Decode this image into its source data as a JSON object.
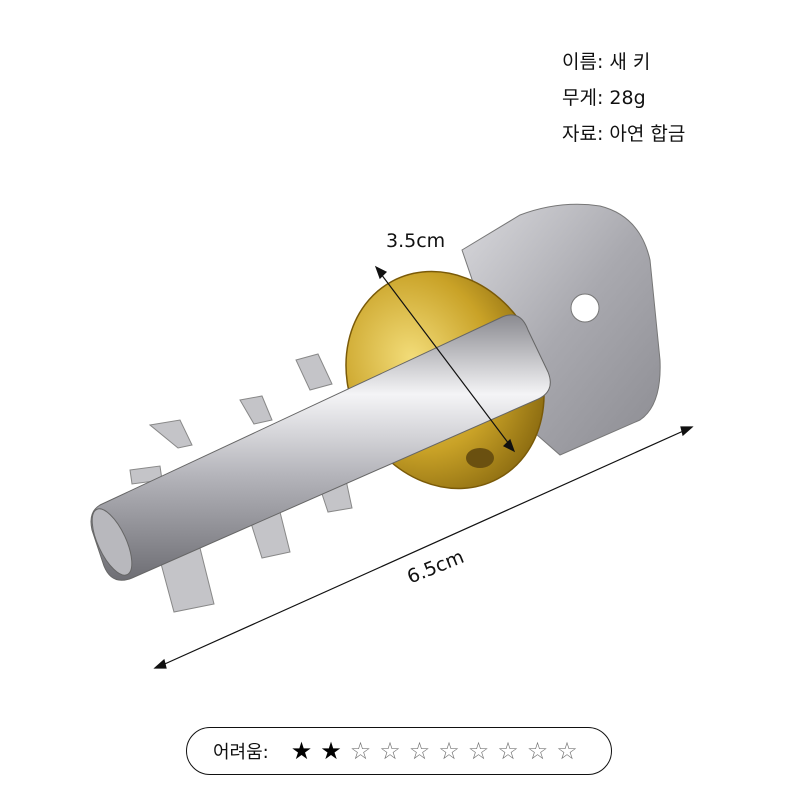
{
  "specs": {
    "name": "이름: 새 키",
    "weight": "무게: 28g",
    "material": "자료: 아연 합금"
  },
  "dimensions": {
    "width": "3.5cm",
    "length": "6.5cm"
  },
  "difficulty": {
    "label": "어려움:",
    "rating": 2,
    "max": 10,
    "filled_star": "★",
    "empty_star": "☆"
  },
  "colors": {
    "metal": "#c8c8cc",
    "gold": "#c9a227"
  }
}
